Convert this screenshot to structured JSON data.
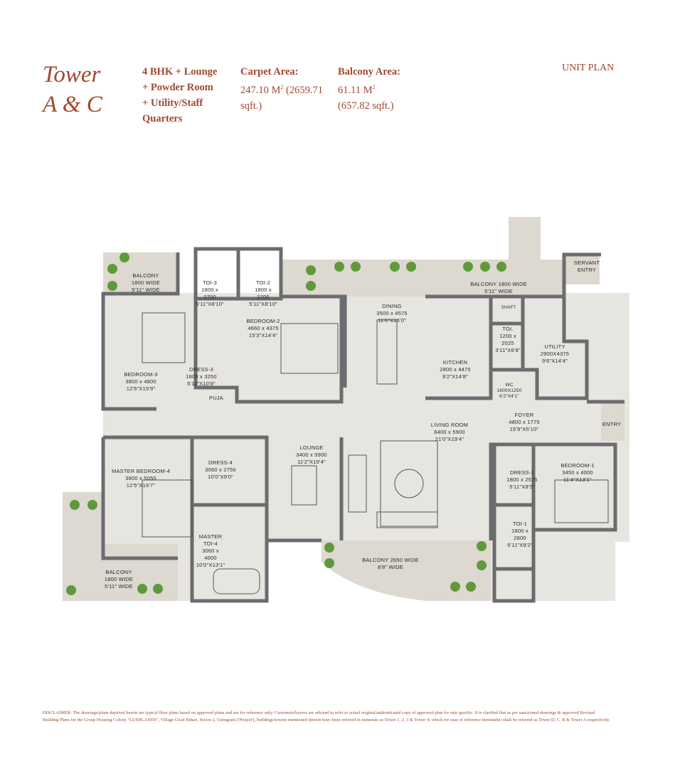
{
  "header": {
    "title_line1": "Tower",
    "title_line2": "A & C",
    "config_lines": [
      "4 BHK + Lounge",
      "+ Powder Room",
      "+ Utility/Staff",
      "Quarters"
    ],
    "carpet_label": "Carpet Area:",
    "carpet_value_line1": "247.10 M",
    "carpet_value_sup": "2",
    "carpet_value_line1b": " (2659.71",
    "carpet_value_line2": "sqft.)",
    "balcony_label": "Balcony Area:",
    "balcony_value_line1": "61.11 M",
    "balcony_value_sup": "2",
    "balcony_value_line2": "(657.82 sqft.)",
    "section_label": "UNIT PLAN"
  },
  "colors": {
    "accent": "#a1472f",
    "wall": "#6b6c6e",
    "floor": "#e7e5e0",
    "balcony": "#ddd8d0",
    "plant": "#5f9a3a"
  },
  "rooms": [
    {
      "name": "BALCONY",
      "dims": "1800 WIDE",
      "imperial": "5'11\" WIDE"
    },
    {
      "name": "TOI-3",
      "dims": "1800 x",
      "imperial": "2700",
      "extra": "5'11\"X8'10\""
    },
    {
      "name": "TOI-2",
      "dims": "1800 x",
      "imperial": "2700",
      "extra": "5'11\"X8'10\""
    },
    {
      "name": "BEDROOM-3",
      "dims": "3800 x 4800",
      "imperial": "12'5\"X15'9\""
    },
    {
      "name": "DRESS-3",
      "dims": "1800 x 3250",
      "imperial": "5'11\"X10'8\""
    },
    {
      "name": "BEDROOM-2",
      "dims": "4660 x 4375",
      "imperial": "15'3\"X14'4\""
    },
    {
      "name": "PUJA",
      "dims": "",
      "imperial": ""
    },
    {
      "name": "DINING",
      "dims": "3500 x 4575",
      "imperial": "11'6\"X15'0\""
    },
    {
      "name": "BALCONY 1800 WIDE",
      "dims": "5'11\" WIDE",
      "imperial": ""
    },
    {
      "name": "SERVANT",
      "dims": "ENTRY",
      "imperial": ""
    },
    {
      "name": "SHAFT",
      "dims": "",
      "imperial": ""
    },
    {
      "name": "TOI.",
      "dims": "1200 x",
      "imperial": "2025",
      "extra": "3'11\"X6'8\""
    },
    {
      "name": "KITCHEN",
      "dims": "2800 x 4475",
      "imperial": "9'2\"X14'8\""
    },
    {
      "name": "UTILITY",
      "dims": "2900X4375",
      "imperial": "9'6\"X14'4\""
    },
    {
      "name": "WC",
      "dims": "1800X1250",
      "imperial": "6'2\"X4'1\""
    },
    {
      "name": "FOYER",
      "dims": "4800 x 1775",
      "imperial": "15'9\"X5'10\""
    },
    {
      "name": "ENTRY",
      "dims": "",
      "imperial": ""
    },
    {
      "name": "LIVING ROOM",
      "dims": "6400 x 5900",
      "imperial": "21'0\"X19'4\""
    },
    {
      "name": "LOUNGE",
      "dims": "3400 x 5900",
      "imperial": "11'2\"X19'4\""
    },
    {
      "name": "MASTER BEDROOM-4",
      "dims": "3800 x 5050",
      "imperial": "12'5\"X16'7\""
    },
    {
      "name": "DRESS-4",
      "dims": "3060 x 2750",
      "imperial": "10'0\"X9'0\""
    },
    {
      "name": "MASTER",
      "dims": "TOI-4",
      "imperial": "3060 x",
      "extra": "4000",
      "extra2": "10'0\"X13'1\""
    },
    {
      "name": "BALCONY",
      "dims": "1800 WIDE",
      "imperial": "5'11\" WIDE"
    },
    {
      "name": "DRESS-1",
      "dims": "1800 x 2575",
      "imperial": "5'11\"X8'5\""
    },
    {
      "name": "BEDROOM-1",
      "dims": "3450 x 4000",
      "imperial": "11'4\"X13'1\""
    },
    {
      "name": "TOI-1",
      "dims": "1800 x",
      "imperial": "2800",
      "extra": "5'11\"X9'2\""
    },
    {
      "name": "BALCONY 2650 WIDE",
      "dims": "8'8\" WIDE",
      "imperial": ""
    }
  ],
  "disclaimer": "DISCLAIMER: The drawings/plans depicted herein are typical floor plans based on approved plans and are for reference only. Customers/buyers are advised to refer to actual original/authenticated copy of approved plan for unit specific. It is clarified that as per sanctioned drawings & approved Revised Building Plans for the Group Housing Colony \"LUSHLANDS\", Village Gwal Pahari, Sector 2, Gurugram ('Project'), buildings/towers mentioned therein have been referred in numerals as Tower 1, 2, 3 & Tower 4; which for ease of reference hereinafter shall be referred as Tower D, C, B & Tower A respectively."
}
